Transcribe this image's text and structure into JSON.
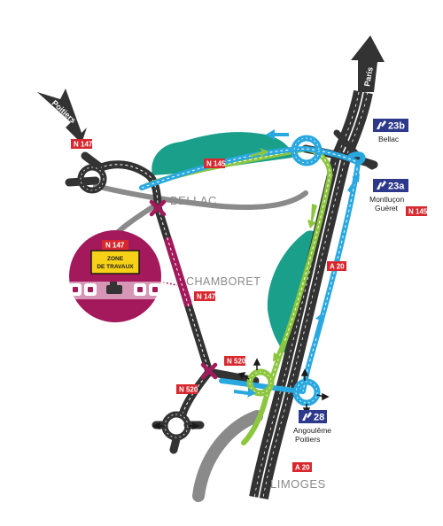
{
  "towns": {
    "bellac": "BELLAC",
    "chamboret": "CHAMBORET",
    "limoges": "LIMOGES"
  },
  "directions": {
    "poitiers": "Poitiers",
    "paris": "Paris"
  },
  "road_labels": {
    "n147_nw": "N 147",
    "n145_w": "N 145",
    "n145_e": "N 145",
    "n147_mid": "N 147",
    "n520_n": "N 520",
    "n520_s": "N 520",
    "a20_n": "A 20",
    "a20_s": "A 20"
  },
  "exits": {
    "e23b": {
      "number": "23b",
      "label_line1": "Bellac",
      "label_line2": ""
    },
    "e23a": {
      "number": "23a",
      "label_line1": "Montluçon",
      "label_line2": "Guéret"
    },
    "e28": {
      "number": "28",
      "label_line1": "Angoulême",
      "label_line2": "Poitiers"
    }
  },
  "works_zone": {
    "road": "N 147",
    "line1": "ZONE",
    "line2": "DE TRAVAUX"
  },
  "colors": {
    "road": "#333333",
    "road_grey": "#8a8a8a",
    "green_route": "#8cc63f",
    "blue_route": "#29a8e0",
    "works": "#a3195b",
    "label_red": "#d7282f",
    "exit_navy": "#2d3a8c",
    "forest": "#1aa08a",
    "closed_x": "#a3195b"
  }
}
